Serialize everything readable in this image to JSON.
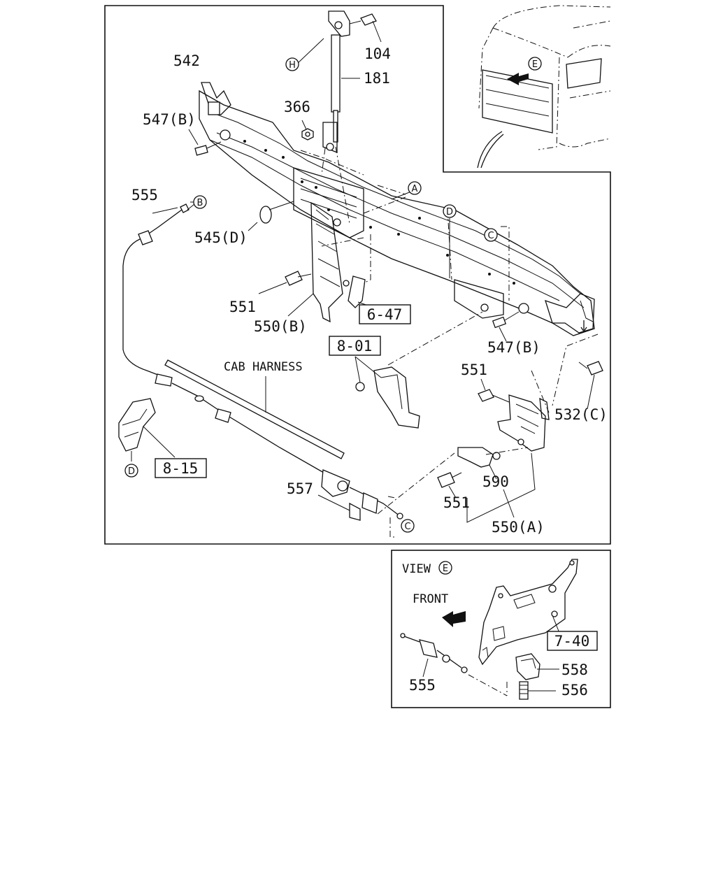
{
  "callouts": {
    "p542": "542",
    "p104": "104",
    "p181": "181",
    "p366": "366",
    "p547b_top": "547(B)",
    "p555_main": "555",
    "p545d": "545(D)",
    "p551_left": "551",
    "p550b": "550(B)",
    "p547b_right": "547(B)",
    "p551_right": "551",
    "p532c": "532(C)",
    "p590": "590",
    "p551_bottom": "551",
    "p550a": "550(A)",
    "p557": "557",
    "p555_view": "555",
    "p558": "558",
    "p556": "556"
  },
  "refs": {
    "r647": "6-47",
    "r801": "8-01",
    "r815": "8-15",
    "r740": "7-40"
  },
  "circled": {
    "H": "H",
    "B": "B",
    "A": "A",
    "D_top": "D",
    "C_top": "C",
    "D_bottom": "D",
    "C_bottom": "C",
    "E_cab": "E",
    "E_view": "E"
  },
  "text": {
    "cab_harness": "CAB HARNESS",
    "view": "VIEW",
    "front": "FRONT"
  }
}
